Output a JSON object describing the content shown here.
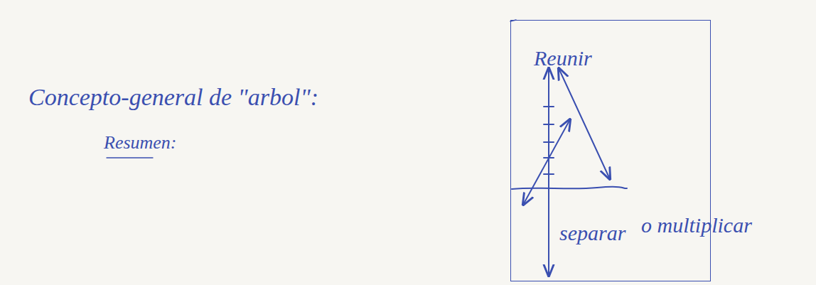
{
  "diagram": {
    "nodes": [
      {
        "text": [
          "Reunir",
          "separar"
        ]
      }
    ],
    "labels": [
      "Concepto-general de \"arbol\":",
      "o multiplicar",
      "Resumen:"
    ]
  }
}
